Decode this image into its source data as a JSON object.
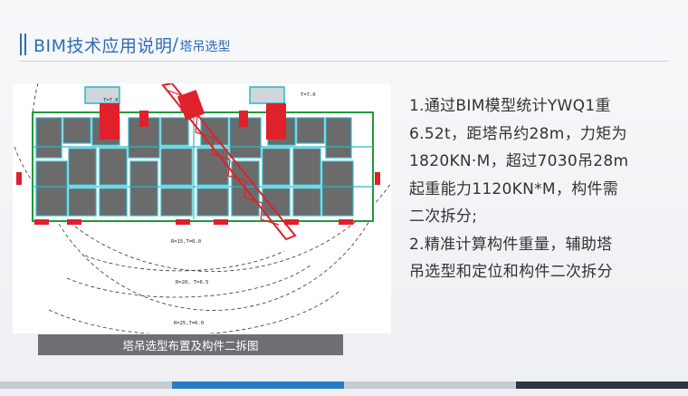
{
  "slide": {
    "title_main": "BIM技术应用说明",
    "title_sep": "/",
    "title_sub": "塔吊选型"
  },
  "drawing": {
    "caption": "塔吊选型布置及构件二拆图",
    "radius_labels": [
      "R=15,T=6.0",
      "R=20, T=6.5",
      "R=25,T=6.0"
    ],
    "tower_labels": [
      "T=7.0",
      "T=7.0"
    ]
  },
  "content": {
    "point1_lines": [
      "1.通过BIM模型统计YWQ1重",
      "6.52t，距塔吊约28m，力矩为",
      "1820KN·M，超过7030吊28m",
      "起重能力1120KN*M，构件需",
      "二次拆分;"
    ],
    "point2_lines": [
      "2.精准计算构件重量，辅助塔",
      "吊选型和定位和构件二次拆分"
    ]
  },
  "colors": {
    "accent": "#2f6cb5",
    "caption_bg": "#6e6f73",
    "crane_red": "#e0202a",
    "slab_gray": "#6b6b6b",
    "wall_green": "#1f9a3a",
    "wall_cyan": "#2bb7c7",
    "strip": [
      "#c7cbd2",
      "#2a7cc2",
      "#c7cbd2",
      "#2e3440"
    ]
  }
}
